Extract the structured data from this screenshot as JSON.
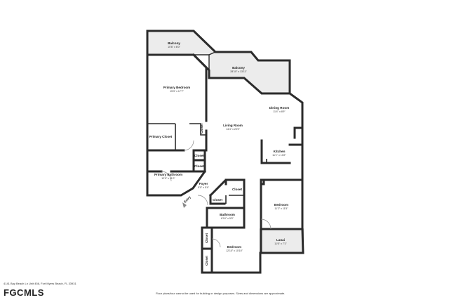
{
  "rooms": {
    "balcony_top": {
      "name": "Balcony",
      "dims": "10'6\" x 6'0\""
    },
    "balcony_right": {
      "name": "Balcony",
      "dims": "28'10\" x 13'11\""
    },
    "primary_bedroom": {
      "name": "Primary Bedroom",
      "dims": "15'3\" x 17'7\""
    },
    "living_room": {
      "name": "Living Room",
      "dims": "14'4\" x 20'0\""
    },
    "dining_room": {
      "name": "Dining Room",
      "dims": "11'4\" x 8'9\""
    },
    "kitchen": {
      "name": "Kitchen",
      "dims": "11'1\" x 13'2\""
    },
    "primary_closet": {
      "name": "Primary Closet"
    },
    "primary_bathroom": {
      "name": "Primary Bathroom",
      "dims": "12'0\" x 11'0\""
    },
    "foyer": {
      "name": "Foyer",
      "dims": "5'0\" x 5'4\""
    },
    "bathroom": {
      "name": "Bathroom",
      "dims": "8'10\" x 5'5\""
    },
    "bedroom_right": {
      "name": "Bedroom",
      "dims": "11'2\" x 11'5\""
    },
    "bedroom_bottom": {
      "name": "Bedroom",
      "dims": "12'10\" x 10'10\""
    },
    "lanai": {
      "name": "Lanai",
      "dims": "11'6\" x 7'1\""
    }
  },
  "closet_label": "Closet",
  "entry_label": "Entry",
  "address": "4141 Bay Beach Ln Unit 456, Fort Myers Beach, FL 33931",
  "disclaimer": "Floor plans/tour cannot be used for building or design purposes. Sizes and dimensions are approximate.",
  "brand": "FGCMLS"
}
